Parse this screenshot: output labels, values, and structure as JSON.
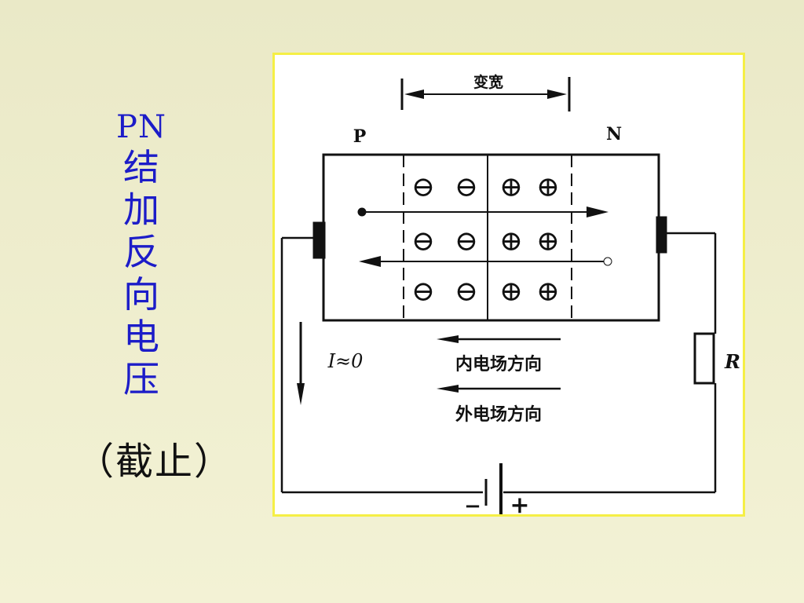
{
  "slide": {
    "title_pn": "PN",
    "title_chars": [
      "结",
      "加",
      "反",
      "向",
      "电",
      "压"
    ],
    "cutoff_label": "（截止）"
  },
  "diagram": {
    "width_label": "变宽",
    "p_label": "P",
    "n_label": "N",
    "current_label": "I≈0",
    "resistor_label": "R",
    "inner_field_label": "内电场方向",
    "outer_field_label": "外电场方向",
    "battery_minus": "−",
    "battery_plus": "+",
    "neg_ion": "⊖",
    "pos_ion": "⊕"
  }
}
